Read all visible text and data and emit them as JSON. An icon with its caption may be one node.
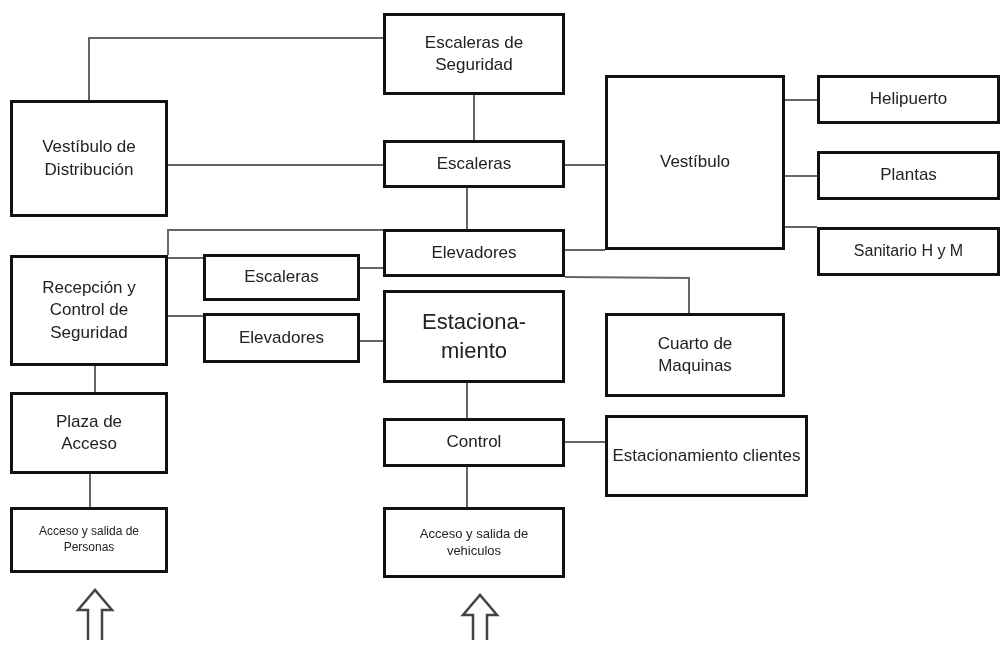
{
  "diagram": {
    "nodes": [
      {
        "text": [
          "Escaleras de Seguridad"
        ]
      },
      {
        "text": [
          "Vestíbulo de Distribución"
        ]
      },
      {
        "text": [
          "Escaleras"
        ]
      },
      {
        "text": [
          "Vestíbulo"
        ]
      },
      {
        "text": [
          "Helipuerto"
        ]
      },
      {
        "text": [
          "Plantas"
        ]
      },
      {
        "text": [
          "Sanitario H y M"
        ]
      },
      {
        "text": [
          "Elevadores"
        ]
      },
      {
        "text": [
          "Recepción y Control de Seguridad"
        ]
      },
      {
        "text": [
          "Escaleras"
        ]
      },
      {
        "text": [
          "Elevadores"
        ]
      },
      {
        "text": [
          "Estaciona- miento"
        ]
      },
      {
        "text": [
          "Cuarto de Maquinas"
        ]
      },
      {
        "text": [
          "Plaza de Acceso"
        ]
      },
      {
        "text": [
          "Control"
        ]
      },
      {
        "text": [
          "Estacionamiento clientes"
        ]
      },
      {
        "text": [
          "Acceso y salida de Personas"
        ]
      },
      {
        "text": [
          "Acceso y salida de vehiculos"
        ]
      }
    ],
    "edges": [
      {
        "from": 1,
        "to": 0,
        "arrow": "none"
      },
      {
        "from": 0,
        "to": 2,
        "arrow": "none"
      },
      {
        "from": 1,
        "to": 2,
        "arrow": "none"
      },
      {
        "from": 2,
        "to": 3,
        "arrow": "none"
      },
      {
        "from": 2,
        "to": 7,
        "arrow": "none"
      },
      {
        "from": 7,
        "to": 8,
        "arrow": "none"
      },
      {
        "from": 8,
        "to": 9,
        "arrow": "none"
      },
      {
        "from": 9,
        "to": 7,
        "arrow": "none"
      },
      {
        "from": 7,
        "to": 3,
        "arrow": "none"
      },
      {
        "from": 7,
        "to": 12,
        "arrow": "none"
      },
      {
        "from": 8,
        "to": 10,
        "arrow": "none"
      },
      {
        "from": 10,
        "to": 11,
        "arrow": "none"
      },
      {
        "from": 3,
        "to": 4,
        "arrow": "none"
      },
      {
        "from": 3,
        "to": 5,
        "arrow": "none"
      },
      {
        "from": 3,
        "to": 6,
        "arrow": "none"
      },
      {
        "from": 8,
        "to": 13,
        "arrow": "none"
      },
      {
        "from": 13,
        "to": 16,
        "arrow": "none"
      },
      {
        "from": 11,
        "to": 14,
        "arrow": "none"
      },
      {
        "from": 14,
        "to": 17,
        "arrow": "none"
      },
      {
        "from": 14,
        "to": 15,
        "arrow": "none"
      },
      {
        "from": null,
        "to": 16,
        "arrow": "to"
      },
      {
        "from": null,
        "to": 17,
        "arrow": "to"
      }
    ]
  }
}
